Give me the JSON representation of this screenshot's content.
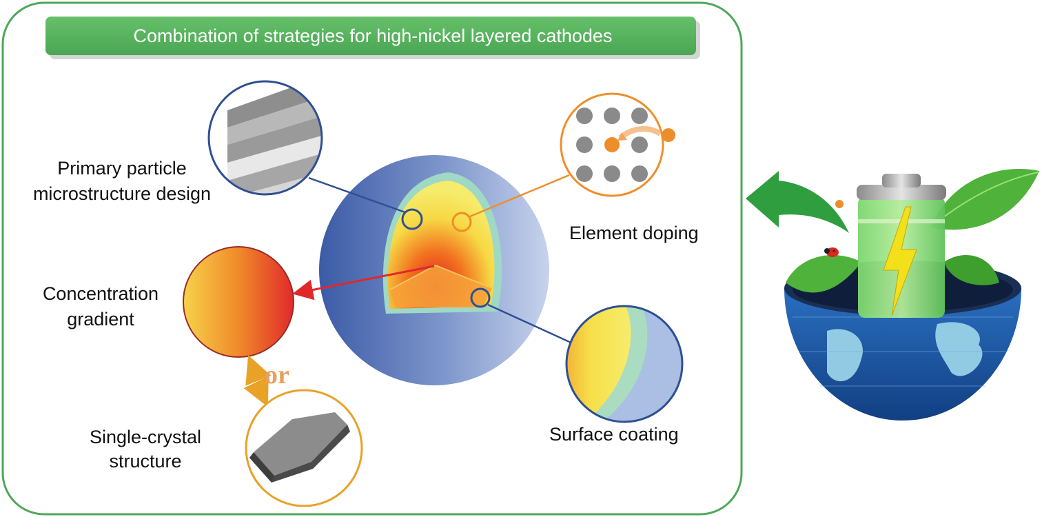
{
  "title": "Combination of strategies for high-nickel layered cathodes",
  "strategies": {
    "primary_particle": {
      "line1": "Primary particle",
      "line2": "microstructure design"
    },
    "element_doping": {
      "label": "Element doping"
    },
    "concentration_gradient": {
      "line1": "Concentration",
      "line2": "gradient"
    },
    "surface_coating": {
      "label": "Surface coating"
    },
    "single_crystal": {
      "line1": "Single-crystal",
      "line2": "structure"
    }
  },
  "connector": "or",
  "colors": {
    "panel_border": "#4ea75a",
    "title_bar": "#5cb85c",
    "particle_dark": "#3f5fa8",
    "particle_light": "#c5d2ec",
    "doping_orange": "#ee8e2a",
    "gradient_red": "#e0282a",
    "gradient_yellow": "#f7e64a",
    "coating_green": "#9fd8b4",
    "arrow_green": "#2e9e3e"
  },
  "icons": [
    "battery-icon",
    "globe-icon",
    "leaf-icon",
    "lightning-bolt-icon",
    "ladybug-icon",
    "hexagonal-crystal-icon"
  ]
}
